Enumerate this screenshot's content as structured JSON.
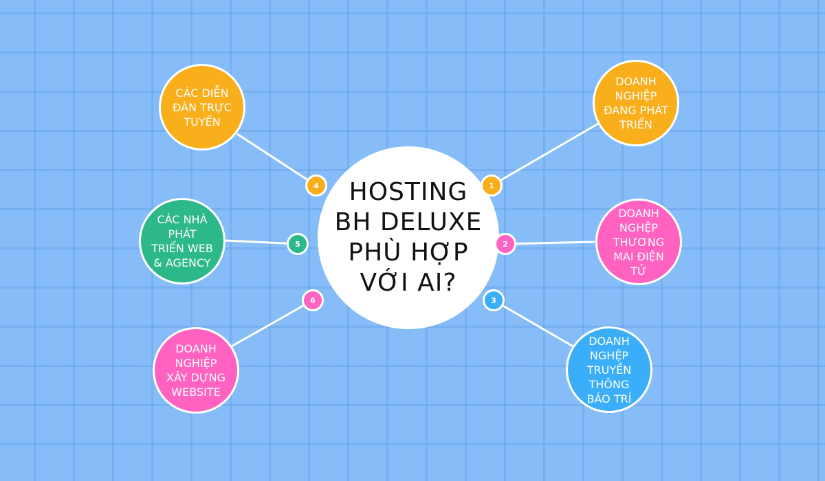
{
  "title": "HOSTING\nBH DELUXE\nPHÙ HỢP\nVỚI AI?",
  "colors": {
    "orange": "#f9ae1b",
    "green": "#2db88a",
    "pink": "#ff62c0",
    "blue": "#3aaef8",
    "background": "#86bdf8"
  },
  "items": [
    {
      "number": "1",
      "label": "DOANH\nNGHIỆP\nĐANG PHÁT\nTRIỂN"
    },
    {
      "number": "2",
      "label": "DOANH\nNGHỆP\nTHƯƠNG\nMAI ĐIỆN TỬ"
    },
    {
      "number": "3",
      "label": "DOANH\nNGHỆP\nTRUYỀN\nTHÔNG\nBÁO TRÍ"
    },
    {
      "number": "4",
      "label": "CÁC DIỄN\nĐÀN TRỰC\nTUYẾN"
    },
    {
      "number": "5",
      "label": "CÁC NHÀ\nPHÁT\nTRIỂN WEB\n& AGENCY"
    },
    {
      "number": "6",
      "label": "DOANH\nNGHIỆP\nXÂY DỰNG\nWEBSITE"
    }
  ]
}
